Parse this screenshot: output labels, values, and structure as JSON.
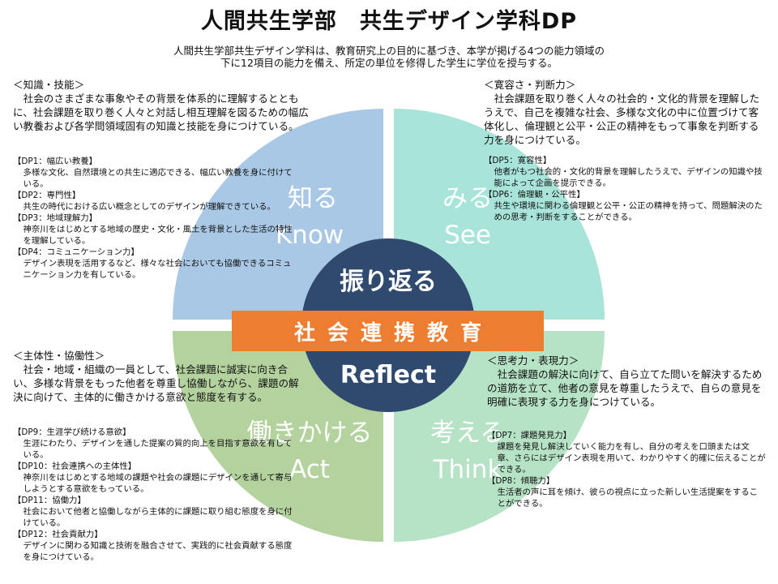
{
  "title": "人間共生学部　共生デザイン学科DP",
  "intro": {
    "line1": "人間共生学部共生デザイン学科は、教育研究上の目的に基づき、本学が掲げる4つの能力領域の",
    "line2": "下に12項目の能力を備え、所定の単位を修得した学生に学位を授与する。"
  },
  "colors": {
    "know": "#a9c8e6",
    "see": "#a8e4d9",
    "act": "#b3d29e",
    "think": "#b6e3c6",
    "center": "#2f4a6e",
    "banner": "#ed7d31"
  },
  "quadrants": {
    "know": {
      "jp": "知る",
      "en": "Know"
    },
    "see": {
      "jp": "みる",
      "en": "See"
    },
    "act": {
      "jp": "働きかける",
      "en": "Act"
    },
    "think": {
      "jp": "考える",
      "en": "Think"
    }
  },
  "center": {
    "top": "振り返る",
    "bottom": "Reflect"
  },
  "banner": "社会連携教育",
  "blocks": {
    "know": {
      "heading": "＜知識・技能＞",
      "desc": "社会のさまざまな事象やその背景を体系的に理解するとともに、社会課題を取り巻く人々と対話し相互理解を図るための幅広い教養および各学問領域固有の知識と技能を身につけている。",
      "dps": [
        {
          "t": "【DP1：幅広い教養】",
          "d": "多様な文化、自然環境との共生に適応できる、幅広い教養を身に付けている。"
        },
        {
          "t": "【DP2：専門性】",
          "d": "共生の時代における広い概念としてのデザインが理解できている。"
        },
        {
          "t": "【DP3：地域理解力】",
          "d": "神奈川をはじめとする地域の歴史・文化・風土を背景とした生活の特性を理解している。"
        },
        {
          "t": "【DP4：コミュニケーション力】",
          "d": "デザイン表現を活用するなど、様々な社会においても協働できるコミュニケーション力を有している。"
        }
      ]
    },
    "see": {
      "heading": "＜寛容さ・判断力＞",
      "desc": "社会課題を取り巻く人々の社会的・文化的背景を理解したうえで、自己を複雑な社会、多様な文化の中に位置づけて客体化し、倫理観と公平・公正の精神をもって事象を判断する力を身につけている。",
      "dps": [
        {
          "t": "【DP5：寛容性】",
          "d": "他者がもつ社会的・文化的背景を理解したうえで、デザインの知識や技能によって企画を提示できる。"
        },
        {
          "t": "【DP6：倫理観・公平性】",
          "d": "共生や環境に関わる倫理観と公平・公正の精神を持って、問題解決のための思考・判断をすることができる。"
        }
      ]
    },
    "act": {
      "heading": "＜主体性・協働性＞",
      "desc": "社会・地域・組織の一員として、社会課題に誠実に向き合い、多様な背景をもった他者を尊重し協働しながら、課題の解決に向けて、主体的に働きかける意欲と態度を有する。",
      "dps": [
        {
          "t": "【DP9：生涯学び続ける意欲】",
          "d": "生涯にわたり、デザインを通した提案の質的向上を目指す意欲を有している。"
        },
        {
          "t": "【DP10：社会連携への主体性】",
          "d": "神奈川をはじめとする地域の課題や社会の課題にデザインを通して寄与しようとする意欲をもっている。"
        },
        {
          "t": "【DP11：協働力】",
          "d": "社会において他者と協働しながら主体的に課題に取り組む態度を身に付けている。"
        },
        {
          "t": "【DP12：社会貢献力】",
          "d": "デザインに関わる知識と技術を融合させて、実践的に社会貢献する態度を身につけている。"
        }
      ]
    },
    "think": {
      "heading": "＜思考力・表現力＞",
      "desc": "社会課題の解決に向けて、自ら立てた問いを解決するための道筋を立て、他者の意見を尊重したうえで、自らの意見を明確に表現する力を身につけている。",
      "dps": [
        {
          "t": "【DP7：課題発見力】",
          "d": "課題を発見し解決していく能力を有し、自分の考えを口頭または文章、さらにはデザイン表現を用いて、わかりやすく的確に伝えることができる。"
        },
        {
          "t": "【DP8：傾聴力】",
          "d": "生活者の声に耳を傾け、彼らの視点に立った新しい生活提案をすることができる。"
        }
      ]
    }
  }
}
